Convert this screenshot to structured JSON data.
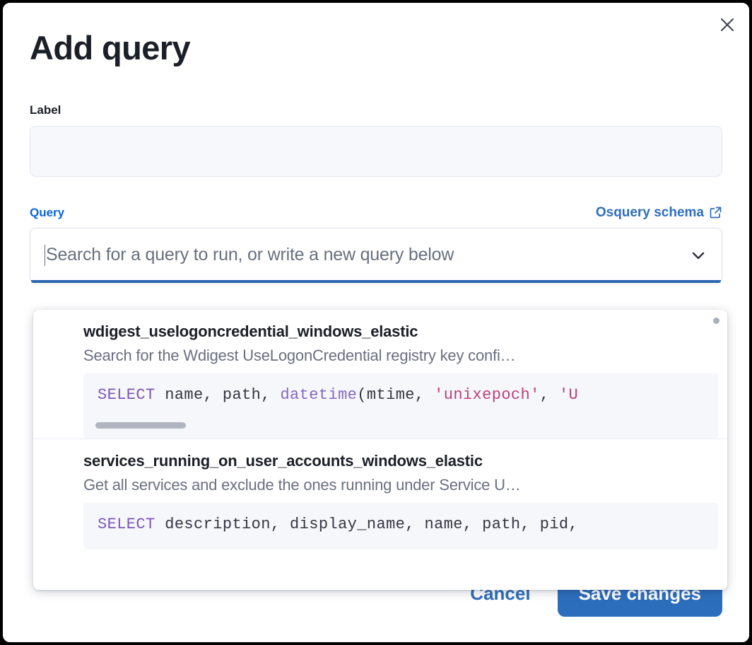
{
  "modal": {
    "title": "Add query",
    "close_icon": "close-icon"
  },
  "label_field": {
    "label": "Label",
    "value": "",
    "placeholder": ""
  },
  "query_field": {
    "label": "Query",
    "schema_link_text": "Osquery schema",
    "schema_link_icon": "external-link-icon",
    "placeholder": "Search for a query to run, or write a new query below",
    "value": "",
    "chevron_icon": "chevron-down-icon"
  },
  "dropdown": {
    "options": [
      {
        "title": "wdigest_uselogoncredential_windows_elastic",
        "description": "Search for the Wdigest UseLogonCredential registry key confi…",
        "code_tokens": [
          {
            "text": "SELECT",
            "type": "keyword"
          },
          {
            "text": " name, path, ",
            "type": "plain"
          },
          {
            "text": "datetime",
            "type": "function"
          },
          {
            "text": "(mtime, ",
            "type": "plain"
          },
          {
            "text": "'unixepoch'",
            "type": "string"
          },
          {
            "text": ", ",
            "type": "plain"
          },
          {
            "text": "'U",
            "type": "string"
          }
        ],
        "has_scrollbar": true
      },
      {
        "title": "services_running_on_user_accounts_windows_elastic",
        "description": "Get all services and exclude the ones running under Service U…",
        "code_tokens": [
          {
            "text": "SELECT",
            "type": "keyword"
          },
          {
            "text": " description, display_name, name, path, pid,",
            "type": "plain"
          }
        ],
        "has_scrollbar": false
      }
    ]
  },
  "footer": {
    "cancel_label": "Cancel",
    "save_label": "Save changes"
  },
  "colors": {
    "accent_blue": "#2d6ebc",
    "link_blue": "#0b64dd",
    "text_dark": "#1b1f27",
    "text_muted": "#6a7080",
    "code_bg": "#f6f7fb",
    "keyword_purple": "#7b57b7",
    "string_pink": "#b9417a"
  }
}
